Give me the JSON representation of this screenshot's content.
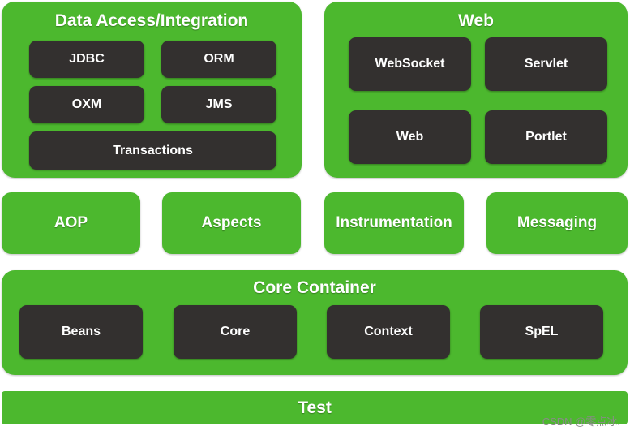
{
  "data_access": {
    "title": "Data Access/Integration",
    "modules": [
      "JDBC",
      "ORM",
      "OXM",
      "JMS",
      "Transactions"
    ]
  },
  "web": {
    "title": "Web",
    "modules": [
      "WebSocket",
      "Servlet",
      "Web",
      "Portlet"
    ]
  },
  "middle": [
    "AOP",
    "Aspects",
    "Instrumentation",
    "Messaging"
  ],
  "core_container": {
    "title": "Core Container",
    "modules": [
      "Beans",
      "Core",
      "Context",
      "SpEL"
    ]
  },
  "test": "Test",
  "watermark": "CSDN @零点冰."
}
